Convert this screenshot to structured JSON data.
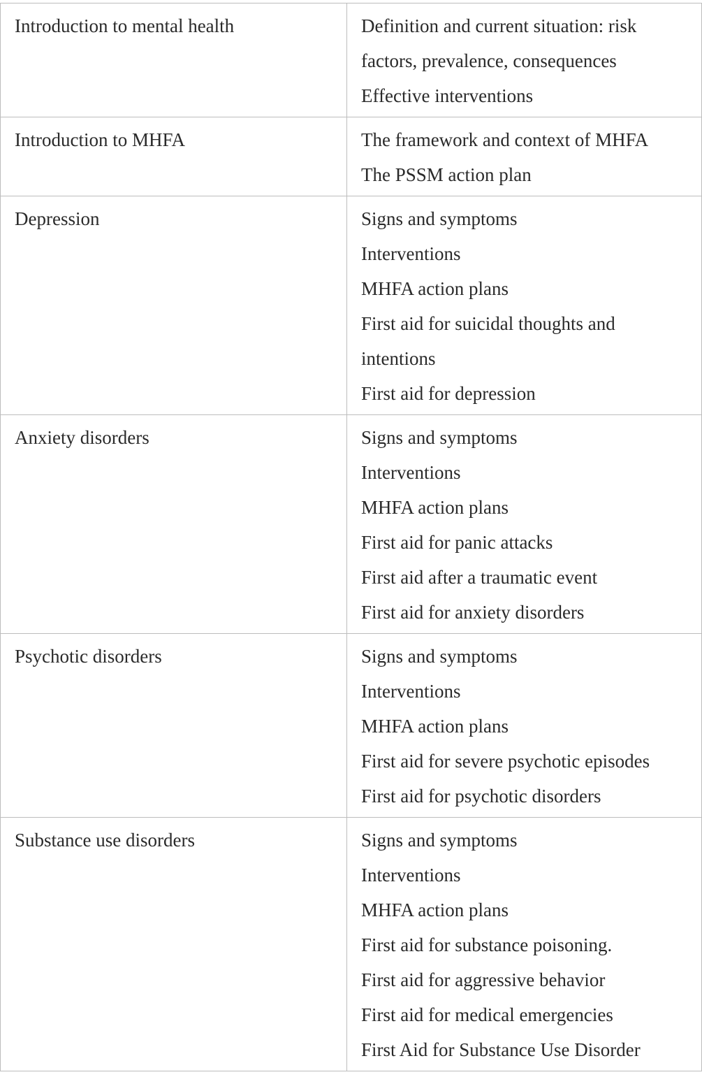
{
  "table": {
    "rows": [
      {
        "topic": "Introduction to mental health",
        "contents": [
          "Definition and current situation: risk factors, prevalence, consequences",
          "Effective interventions"
        ]
      },
      {
        "topic": "Introduction to MHFA",
        "contents": [
          "The framework and context of MHFA",
          "The PSSM action plan"
        ]
      },
      {
        "topic": "Depression",
        "contents": [
          "Signs and symptoms",
          "Interventions",
          "MHFA action plans",
          "First aid for suicidal thoughts and intentions",
          "First aid for depression"
        ]
      },
      {
        "topic": "Anxiety disorders",
        "contents": [
          "Signs and symptoms",
          "Interventions",
          "MHFA action plans",
          "First aid for panic attacks",
          "First aid after a traumatic event",
          "First aid for anxiety disorders"
        ]
      },
      {
        "topic": "Psychotic disorders",
        "contents": [
          "Signs and symptoms",
          "Interventions",
          "MHFA action plans",
          "First aid for severe psychotic episodes",
          "First aid for psychotic disorders"
        ]
      },
      {
        "topic": "Substance use disorders",
        "contents": [
          "Signs and symptoms",
          "Interventions",
          "MHFA action plans",
          "First aid for substance poisoning.",
          "First aid for aggressive behavior",
          "First aid for medical emergencies",
          "First Aid for Substance Use Disorder"
        ]
      }
    ]
  }
}
